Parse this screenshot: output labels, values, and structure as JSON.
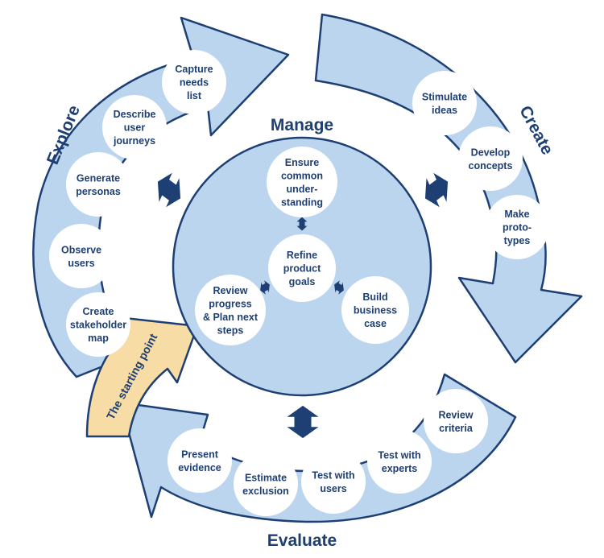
{
  "phases": {
    "explore": "Explore",
    "create": "Create",
    "evaluate": "Evaluate",
    "manage": "Manage"
  },
  "starting_point": "The starting point",
  "activities": {
    "explore": [
      [
        "Capture",
        "needs",
        "list"
      ],
      [
        "Describe",
        "user",
        "journeys"
      ],
      [
        "Generate",
        "personas"
      ],
      [
        "Observe",
        "users"
      ],
      [
        "Create",
        "stakeholder",
        "map"
      ]
    ],
    "create": [
      [
        "Stimulate",
        "ideas"
      ],
      [
        "Develop",
        "concepts"
      ],
      [
        "Make",
        "proto-",
        "types"
      ]
    ],
    "evaluate": [
      [
        "Review",
        "criteria"
      ],
      [
        "Test with",
        "experts"
      ],
      [
        "Test with",
        "users"
      ],
      [
        "Estimate",
        "exclusion"
      ],
      [
        "Present",
        "evidence"
      ]
    ],
    "manage": [
      [
        "Ensure",
        "common",
        "under-",
        "standing"
      ],
      [
        "Refine",
        "product",
        "goals"
      ],
      [
        "Build",
        "business",
        "case"
      ],
      [
        "Review",
        "progress",
        "& Plan next",
        "steps"
      ]
    ]
  },
  "colors": {
    "band_fill": "#bcd5ee",
    "outline": "#1d3f73",
    "text": "#1d3f73",
    "starting_point_fill": "#f8dca5",
    "activity_fill": "#ffffff"
  }
}
